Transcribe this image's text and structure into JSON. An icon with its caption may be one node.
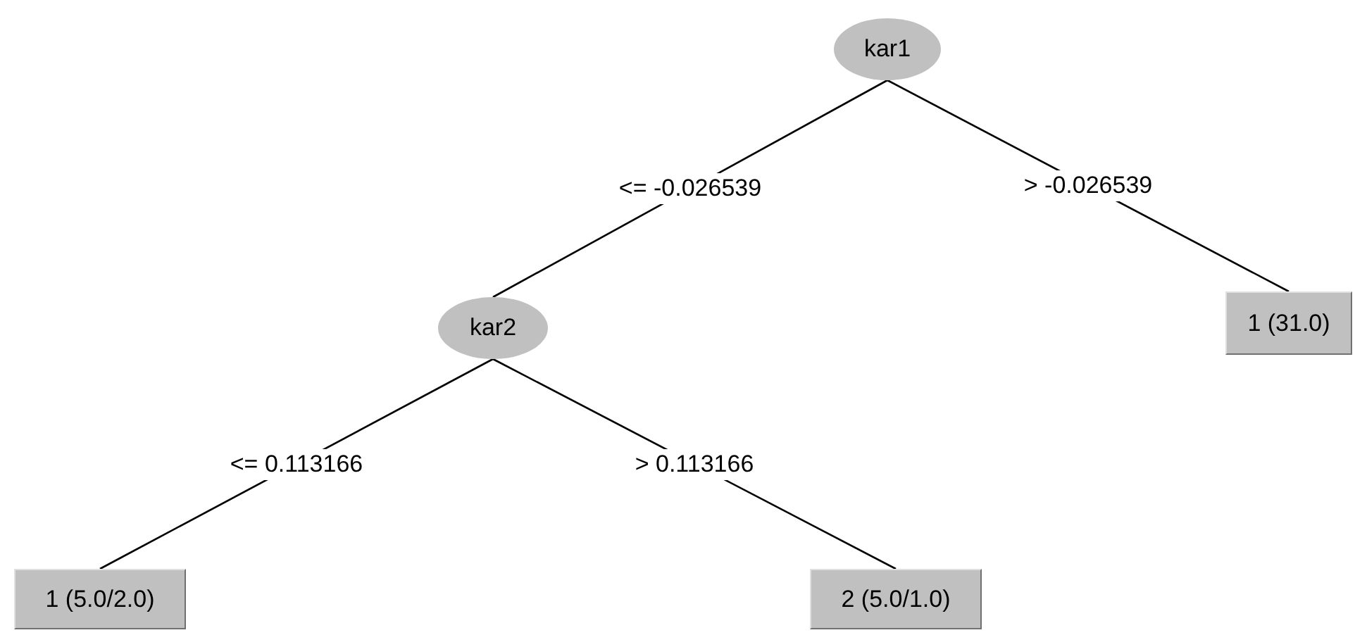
{
  "diagram": {
    "nodes": [
      {
        "text": [
          "kar1"
        ]
      },
      {
        "text": [
          "kar2"
        ]
      },
      {
        "text": [
          "1 (5.0/2.0)"
        ]
      },
      {
        "text": [
          "2 (5.0/1.0)"
        ]
      },
      {
        "text": [
          "1 (31.0)"
        ]
      }
    ],
    "edges": [
      {
        "from": 0,
        "to": 1,
        "arrow": "none",
        "label": "<= -0.026539"
      },
      {
        "from": 0,
        "to": 4,
        "arrow": "none",
        "label": "> -0.026539"
      },
      {
        "from": 1,
        "to": 2,
        "arrow": "none",
        "label": "<= 0.113166"
      },
      {
        "from": 1,
        "to": 3,
        "arrow": "none",
        "label": "> 0.113166"
      }
    ]
  }
}
